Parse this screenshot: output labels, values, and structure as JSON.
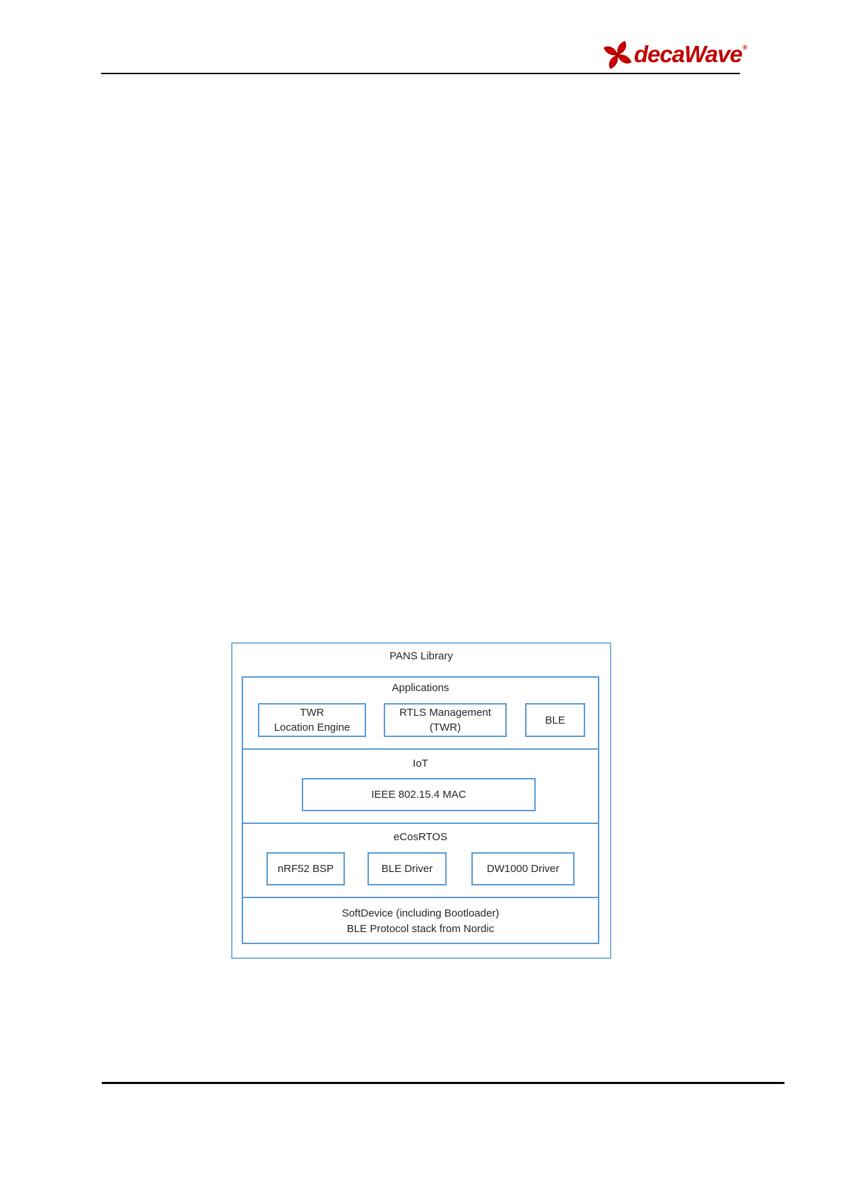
{
  "logo": {
    "brand": "decaWave",
    "mark": "®"
  },
  "diagram": {
    "title": "PANS Library",
    "applications": {
      "label": "Applications",
      "twr_line1": "TWR",
      "twr_line2": "Location Engine",
      "rtls_line1": "RTLS Management",
      "rtls_line2": "(TWR)",
      "ble": "BLE"
    },
    "iot": {
      "label": "IoT",
      "mac": "IEEE 802.15.4 MAC"
    },
    "ecos": {
      "label": "eCosRTOS",
      "bsp": "nRF52 BSP",
      "ble_driver": "BLE Driver",
      "dw1000": "DW1000 Driver"
    },
    "softdevice": {
      "line1": "SoftDevice (including Bootloader)",
      "line2": "BLE Protocol stack from Nordic"
    }
  },
  "colors": {
    "layer_border": "#5b9bd5",
    "outer_border": "#85b2df",
    "logo_red": "#c00000",
    "rule": "#000000",
    "text": "#262626"
  }
}
